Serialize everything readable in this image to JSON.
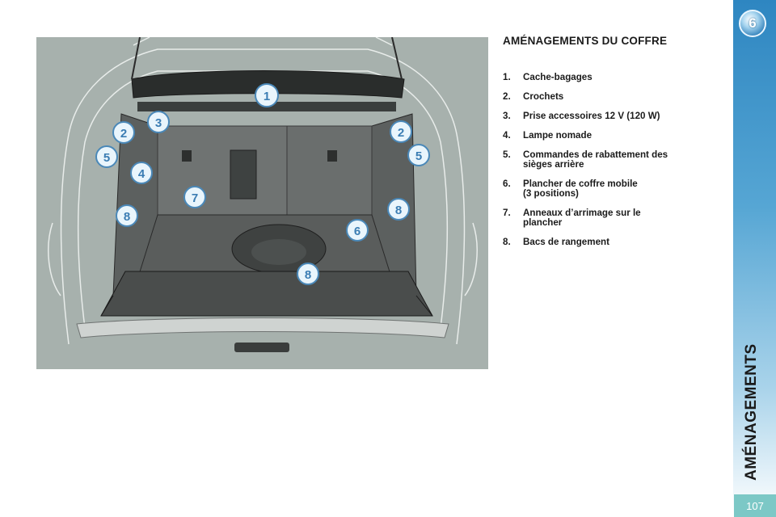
{
  "title": "AMÉNAGEMENTS DU COFFRE",
  "items": [
    {
      "num": "1.",
      "text": "Cache-bagages"
    },
    {
      "num": "2.",
      "text": "Crochets"
    },
    {
      "num": "3.",
      "text": "Prise accessoires 12 V (120 W)"
    },
    {
      "num": "4.",
      "text": "Lampe nomade"
    },
    {
      "num": "5.",
      "text": "Commandes de rabattement des\nsièges arrière"
    },
    {
      "num": "6.",
      "text": "Plancher de coffre mobile\n(3 positions)"
    },
    {
      "num": "7.",
      "text": "Anneaux d’arrimage sur le\nplancher"
    },
    {
      "num": "8.",
      "text": "Bacs de rangement"
    }
  ],
  "illustration": {
    "callouts": [
      "1",
      "2",
      "3",
      "2",
      "5",
      "5",
      "4",
      "7",
      "8",
      "8",
      "6",
      "8"
    ]
  },
  "sidebar": {
    "chapter_number": "6",
    "section_label": "AMÉNAGEMENTS",
    "accent_color": "#3b8fcf"
  },
  "page_number": "107"
}
